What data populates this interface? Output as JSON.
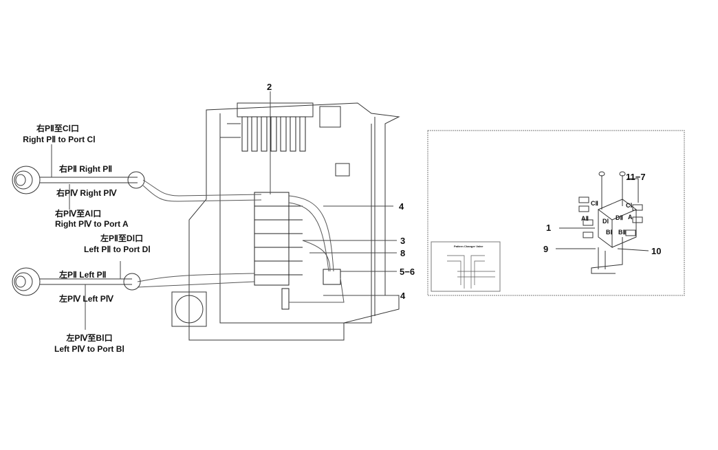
{
  "left_labels": {
    "right_p2_to_c1_cn": "右PⅡ至CⅠ口",
    "right_p2_to_c1_en": "Right PⅡ to Port CⅠ",
    "right_p2": "右PⅡ Right PⅡ",
    "right_p4": "右PⅣ Right PⅣ",
    "right_p4_to_a1_cn": "右PⅣ至AⅠ口",
    "right_p4_to_a1_en": "Right PⅣ to Port A",
    "left_p2_to_d1_cn": "左PⅡ至DⅠ口",
    "left_p2_to_d1_en": "Left PⅡ to Port DⅠ",
    "left_p2": "左PⅡ Left PⅡ",
    "left_p4": "左PⅣ Left PⅣ",
    "left_p4_to_b1_cn": "左PⅣ至BⅠ口",
    "left_p4_to_b1_en": "Left PⅣ to Port BⅠ"
  },
  "callouts": {
    "c2": "2",
    "c4a": "4",
    "c3": "3",
    "c8": "8",
    "c56": "5−6",
    "c4b": "4"
  },
  "inset": {
    "callouts": {
      "c1": "1",
      "c9": "9",
      "c10": "10",
      "c117": "11−7"
    },
    "ports": {
      "c2": "CⅡ",
      "c1": "CⅠ",
      "a2": "AⅡ",
      "a": "A",
      "d1": "DⅠ",
      "d2": "DⅡ",
      "b1": "BⅠ",
      "b2": "BⅡ"
    },
    "schematic_title": "Pattern Changer Valve"
  }
}
